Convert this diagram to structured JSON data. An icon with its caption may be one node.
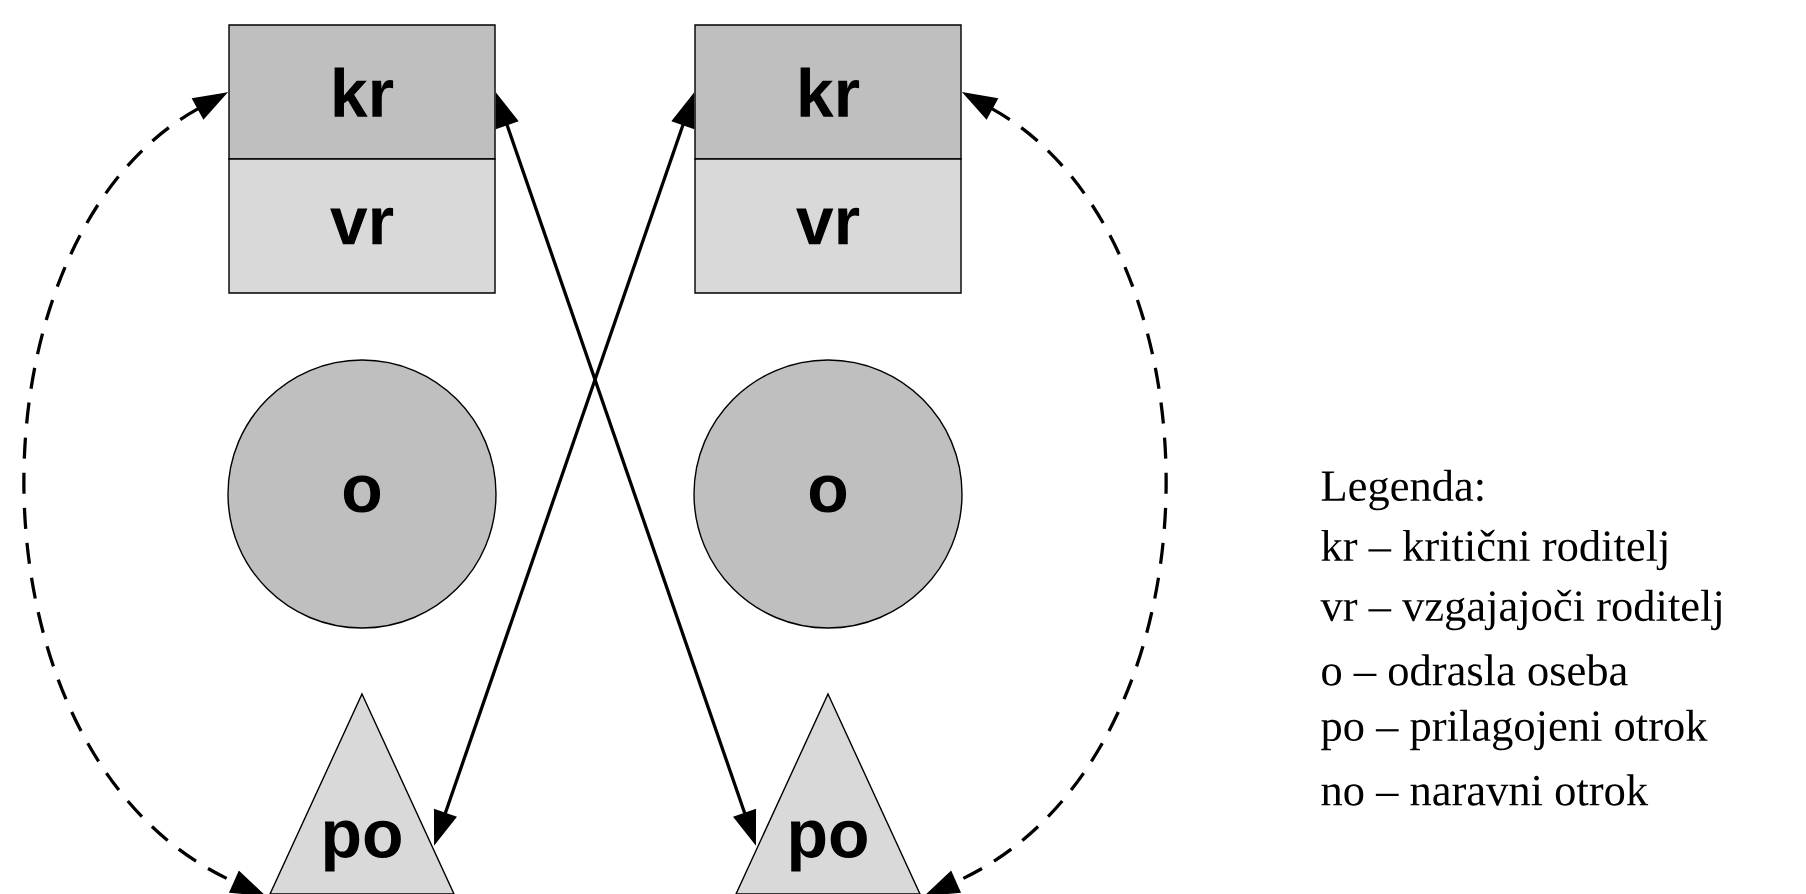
{
  "diagram": {
    "nodes": [
      {
        "text": [
          "kr"
        ]
      },
      {
        "text": [
          "vr"
        ]
      },
      {
        "text": [
          "o"
        ]
      },
      {
        "text": [
          "po"
        ]
      },
      {
        "text": [
          "kr"
        ]
      },
      {
        "text": [
          "vr"
        ]
      },
      {
        "text": [
          "o"
        ]
      },
      {
        "text": [
          "po"
        ]
      }
    ],
    "edges": [
      {
        "from": 0,
        "to": 3,
        "arrow": "both",
        "style": "dashed"
      },
      {
        "from": 0,
        "to": 7,
        "arrow": "both"
      },
      {
        "from": 4,
        "to": 3,
        "arrow": "both"
      },
      {
        "from": 4,
        "to": 7,
        "arrow": "both",
        "style": "dashed"
      }
    ],
    "labels": [
      "Legenda:",
      "kr – kritični roditelj",
      "vr – vzgajajoči roditelj",
      "o – odrasla oseba",
      "po – prilagojeni otrok",
      "no – naravni otrok"
    ]
  }
}
